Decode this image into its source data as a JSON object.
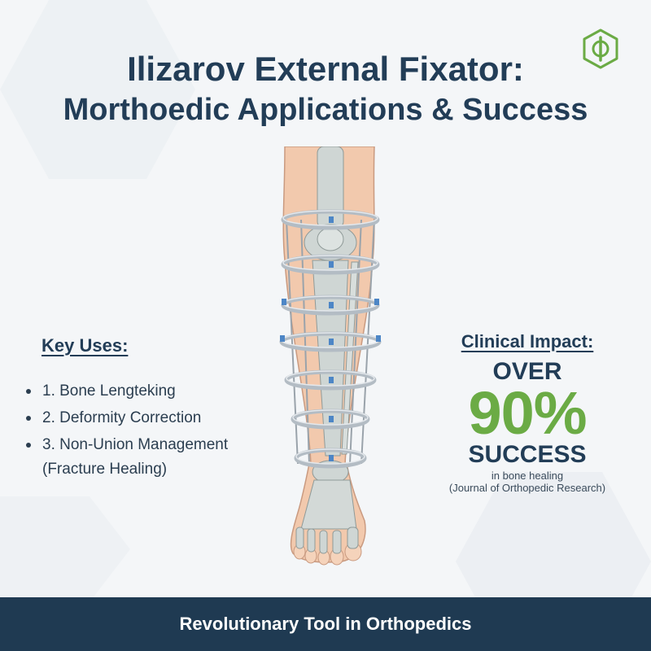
{
  "colors": {
    "navy": "#223d57",
    "accent_green": "#6bab45",
    "footer_bg": "#1f3a52",
    "background": "#f4f6f8"
  },
  "logo": {
    "icon": "medical-shield-logo"
  },
  "title": {
    "line1": "Ilizarov External Fixator:",
    "line2": "Morthoedic Applications & Success"
  },
  "illustration": {
    "icon": "leg-with-ring-fixator"
  },
  "key_uses": {
    "heading": "Key Uses:",
    "items": [
      {
        "label": "1. Bone Lengteking"
      },
      {
        "label": "2. Deformity Correction"
      },
      {
        "label": "3. Non-Union Management",
        "sub": "(Fracture Healing)"
      }
    ]
  },
  "clinical_impact": {
    "heading": "Clinical Impact:",
    "over": "OVER",
    "percent": "90%",
    "success": "SUCCESS",
    "detail": "in bone healing",
    "source": "(Journal of Orthopedic Research)"
  },
  "footer": {
    "text": "Revolutionary Tool in Orthopedics"
  }
}
